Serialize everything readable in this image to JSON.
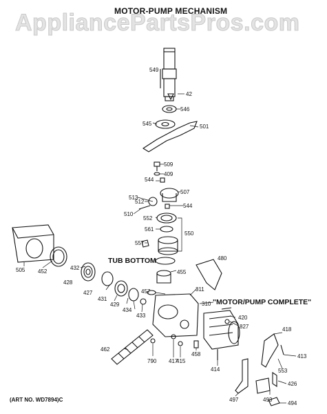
{
  "watermark": "AppliancePartsPros.com",
  "title": "MOTOR-PUMP MECHANISM",
  "callouts": {
    "tub_bottom": "TUB BOTTOM",
    "motor_pump_complete": "\"MOTOR/PUMP COMPLETE\""
  },
  "art_number": "(ART NO. WD7894)C",
  "part_labels": [
    "549",
    "42",
    "546",
    "545",
    "501",
    "509",
    "409",
    "544",
    "507",
    "513",
    "512",
    "544",
    "510",
    "552",
    "561",
    "550",
    "557",
    "505",
    "452",
    "432",
    "428",
    "427",
    "431",
    "429",
    "434",
    "433",
    "457",
    "455",
    "480",
    "311",
    "310",
    "420",
    "827",
    "418",
    "413",
    "553",
    "462",
    "790",
    "417",
    "415",
    "458",
    "414",
    "497",
    "493",
    "426",
    "494"
  ]
}
